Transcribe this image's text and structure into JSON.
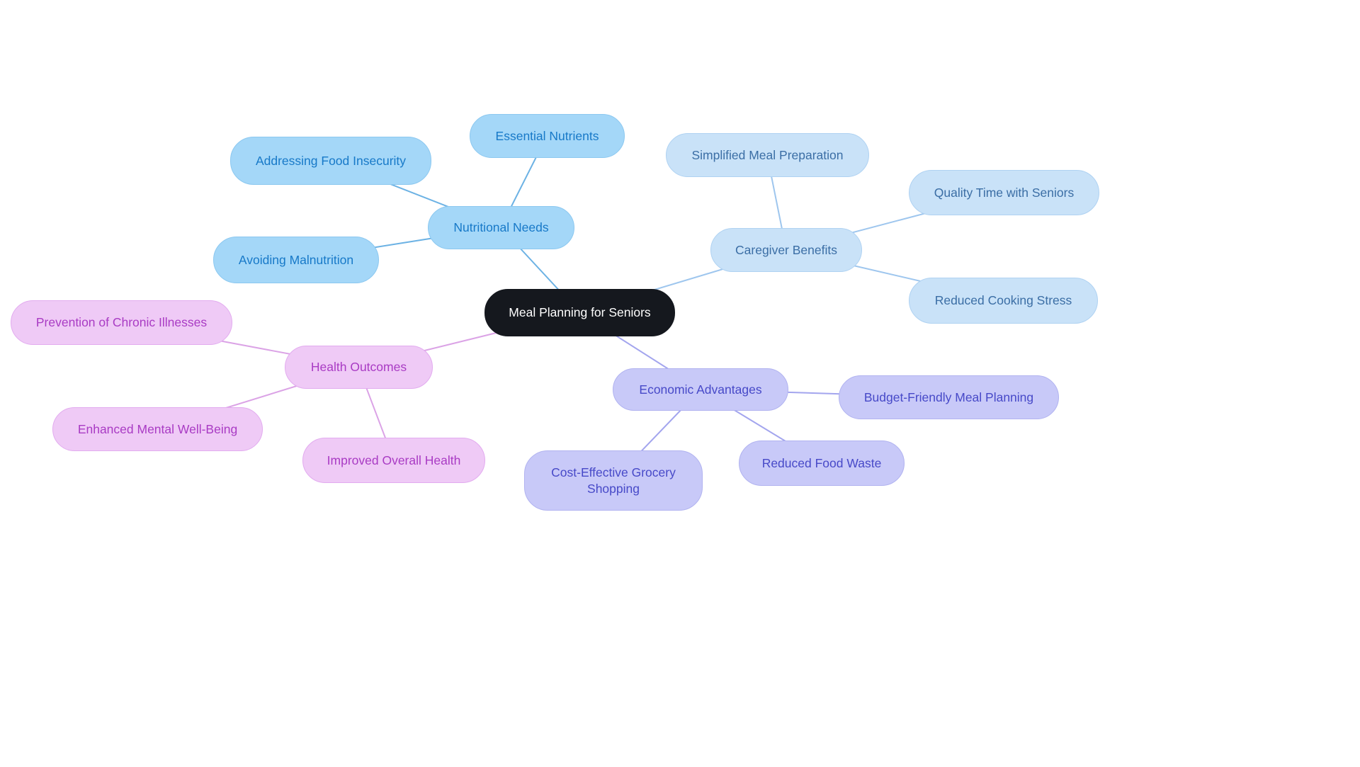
{
  "diagram": {
    "type": "mindmap",
    "title": "Meal Planning for Seniors",
    "root": {
      "label": "Meal Planning for Seniors",
      "bg": "#15181E",
      "text_color": "#FFFFFF"
    },
    "branches": [
      {
        "label": "Nutritional Needs",
        "bg": "#A4D7F8",
        "border": "#8CC8F0",
        "text_color": "#1779C8",
        "line_color": "#6CB2E4",
        "children": [
          {
            "label": "Essential Nutrients"
          },
          {
            "label": "Addressing Food Insecurity"
          },
          {
            "label": "Avoiding Malnutrition"
          }
        ]
      },
      {
        "label": "Caregiver Benefits",
        "bg": "#C9E2F8",
        "border": "#AFD2F2",
        "text_color": "#3B6EA5",
        "line_color": "#9EC6EE",
        "children": [
          {
            "label": "Simplified Meal Preparation"
          },
          {
            "label": "Quality Time with Seniors"
          },
          {
            "label": "Reduced Cooking Stress"
          }
        ]
      },
      {
        "label": "Health Outcomes",
        "bg": "#EFCAF6",
        "border": "#E2ABEF",
        "text_color": "#A93BC4",
        "line_color": "#DBA3E6",
        "children": [
          {
            "label": "Prevention of Chronic Illnesses"
          },
          {
            "label": "Enhanced Mental Well-Being"
          },
          {
            "label": "Improved Overall Health"
          }
        ]
      },
      {
        "label": "Economic Advantages",
        "bg": "#C8C9F8",
        "border": "#B1B3F0",
        "text_color": "#4749C8",
        "line_color": "#A3A5EE",
        "children": [
          {
            "label": "Budget-Friendly Meal Planning"
          },
          {
            "label": "Cost-Effective Grocery Shopping"
          },
          {
            "label": "Reduced Food Waste"
          }
        ]
      }
    ]
  }
}
